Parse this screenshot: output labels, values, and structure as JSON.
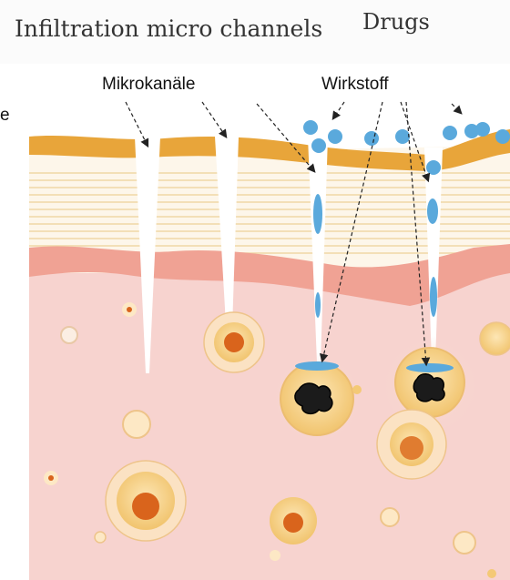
{
  "header": {
    "title_left": "Infiltration micro channels",
    "title_right": "Drugs"
  },
  "labels": {
    "channels": "Mikrokanäle",
    "drug": "Wirkstoff",
    "edge_fragment": "e"
  },
  "colors": {
    "epidermis": "#e8a53a",
    "stratum_lines": "#f3d9a8",
    "stratum_bg": "#fdf6ea",
    "dermis_upper": "#f0a294",
    "dermis": "#f7d3cf",
    "drug": "#5aa9dc",
    "cell_ring": "#efcb8a",
    "cell_fill": "#f4c976",
    "nucleus": "#d9641c",
    "arrow": "#222222"
  }
}
